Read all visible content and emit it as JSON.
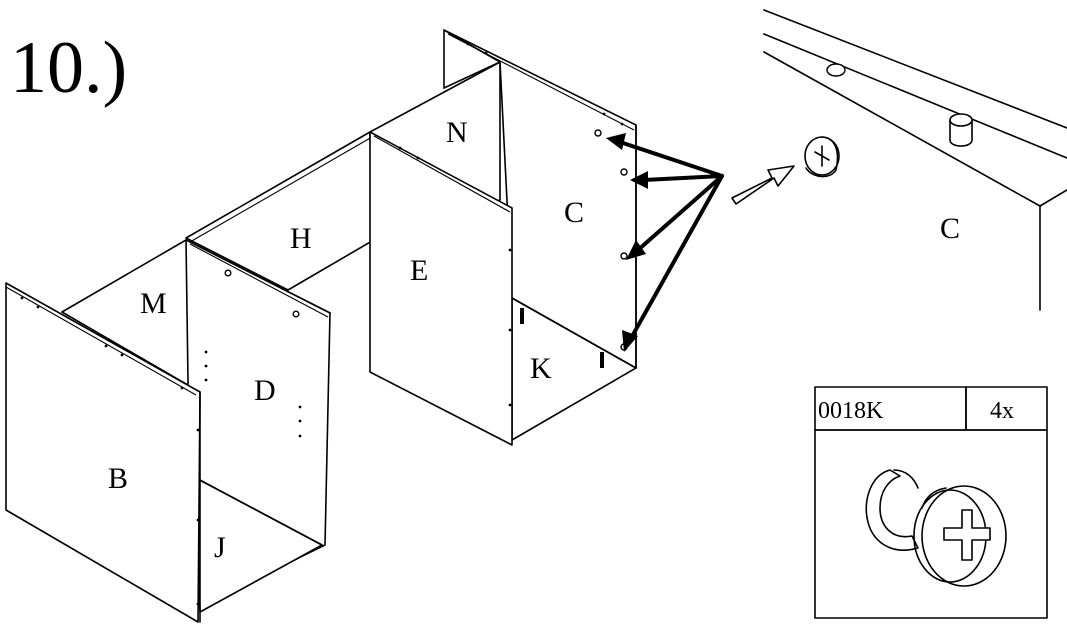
{
  "step": {
    "number": "10.)"
  },
  "parts": {
    "B": "B",
    "J": "J",
    "M": "M",
    "D": "D",
    "H": "H",
    "E": "E",
    "N": "N",
    "C": "C",
    "K": "K"
  },
  "detail": {
    "panel_label": "C"
  },
  "hardware": {
    "code": "0018K",
    "quantity": "4x",
    "icon": "cam-lock-fitting-icon"
  }
}
